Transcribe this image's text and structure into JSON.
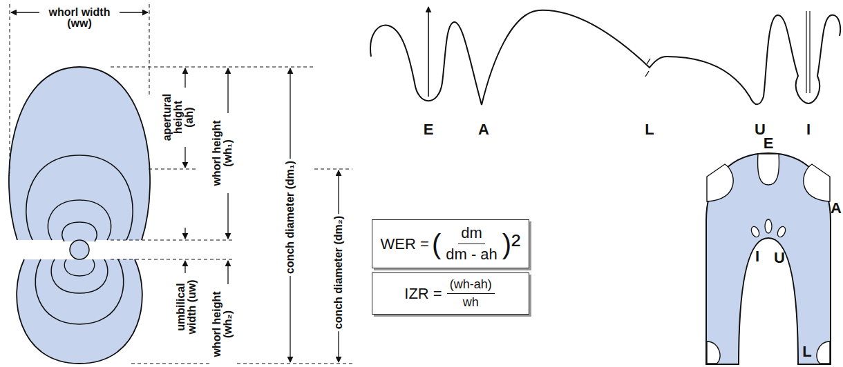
{
  "diagram": {
    "nodes": [
      {
        "text": [
          "WER =",
          "(",
          "dm",
          "dm - ah",
          ")²"
        ]
      },
      {
        "text": [
          "IZR =",
          "(wh-ah)",
          "wh"
        ]
      }
    ],
    "labels": [
      "whorl width (ww)",
      "apertural height (ah)",
      "whorl height (wh₁)",
      "conch diameter (dm₁)",
      "conch diameter (dm₂)",
      "umbilical width (uw)",
      "whorl height (wh₂)",
      "E",
      "A",
      "L",
      "U",
      "I",
      "E",
      "A",
      "I",
      "U",
      "L"
    ]
  }
}
